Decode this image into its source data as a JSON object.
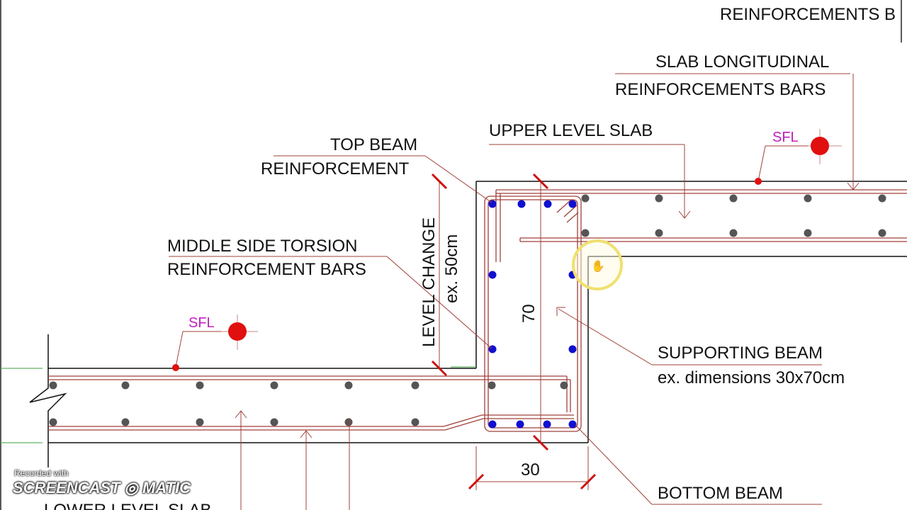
{
  "labels": {
    "top_right_cut": "REINFORCEMENTS B",
    "slab_long_1": "SLAB LONGITUDINAL",
    "slab_long_2": "REINFORCEMENTS BARS",
    "upper_slab": "UPPER LEVEL SLAB",
    "top_beam_1": "TOP BEAM",
    "top_beam_2": "REINFORCEMENT",
    "torsion_1": "MIDDLE SIDE TORSION",
    "torsion_2": "REINFORCEMENT BARS",
    "level_change": "LEVEL CHANGE",
    "level_change_ex": "ex. 50cm",
    "beam_height": "70",
    "supporting_beam": "SUPPORTING BEAM",
    "supporting_beam_ex": "ex. dimensions 30x70cm",
    "beam_width": "30",
    "bottom_beam": "BOTTOM BEAM",
    "lower_slab": "LOWER LEVEL SLAB",
    "sfl_upper": "SFL",
    "sfl_lower": "SFL"
  },
  "watermark": {
    "recorded_with": "Recorded with",
    "brand": "SCREENCAST ◎ MATIC"
  },
  "colors": {
    "outline": "#111111",
    "rebar": "#a0403a",
    "blue_bar": "#1010d0",
    "grey_bar": "#555555",
    "sfl_marker": "#e01010",
    "sfl_text": "#c020c0",
    "dim_tick": "#cc1111",
    "cursor_ring": "#f0e070",
    "axis_green": "#3aa03a"
  }
}
